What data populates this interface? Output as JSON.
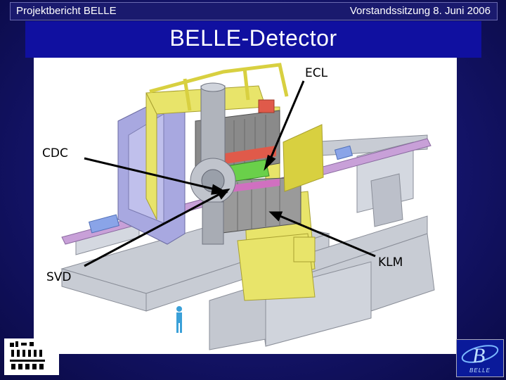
{
  "header": {
    "left_text": "Projektbericht BELLE",
    "right_text": "Vorstandssitzung 8. Juni 2006"
  },
  "slide": {
    "title": "BELLE-Detector"
  },
  "detector_labels": {
    "ecl": "ECL",
    "cdc": "CDC",
    "svd": "SVD",
    "klm": "KLM"
  },
  "logos": {
    "belle_word": "BELLE"
  },
  "colors": {
    "background": "#14146a",
    "title_bar": "#1010a0",
    "iron_yoke": "#e8e46a",
    "endcap": "#a8a8e0",
    "ecl_crystals": "#8a8a8a",
    "cdc_barrel": "#6ad04a",
    "beam_pipe": "#c8a0d8",
    "coil_red": "#e05a4a",
    "support_structure": "#c8ccd4",
    "person": "#3aa0d8"
  }
}
